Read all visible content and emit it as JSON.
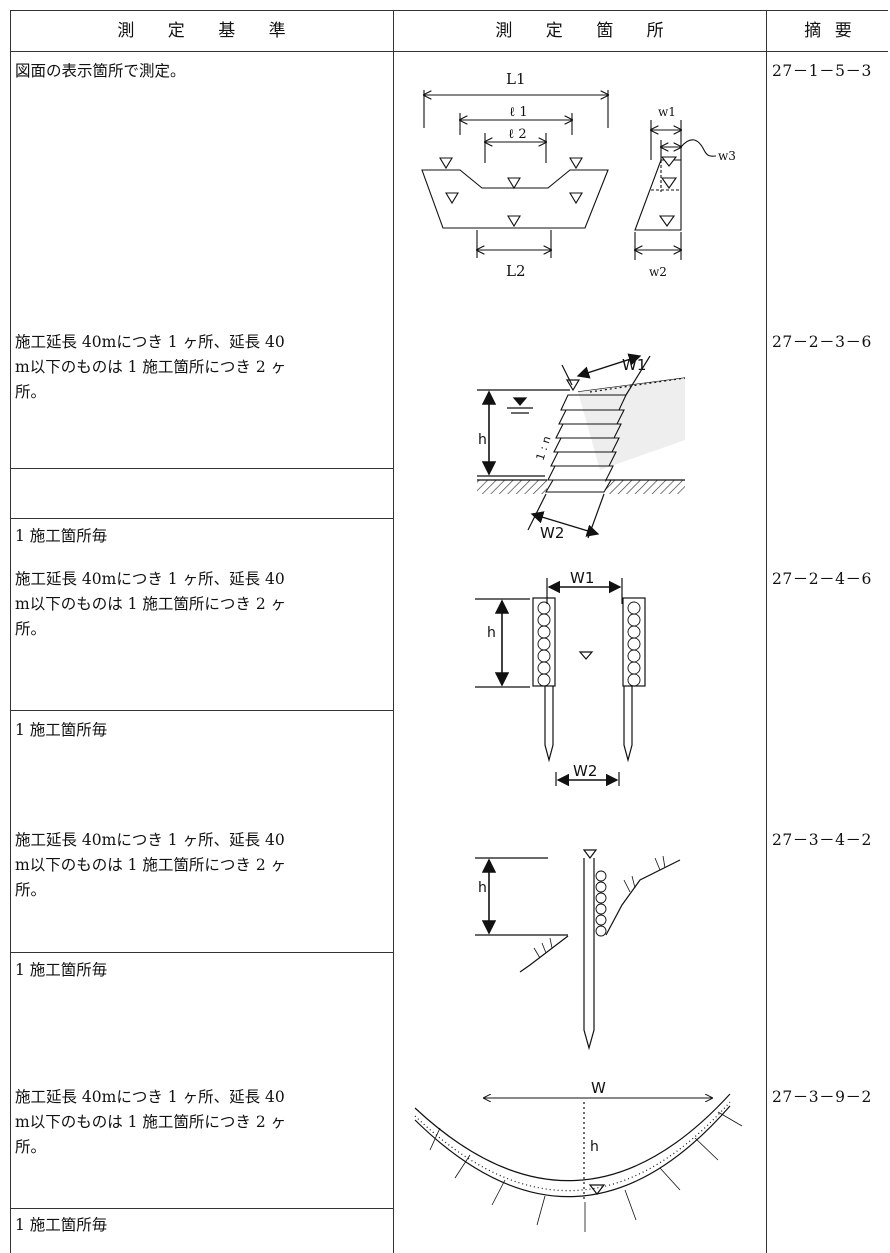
{
  "header": {
    "col1": "測 定 基 準",
    "col2": "測 定 箇 所",
    "col3": "摘 要"
  },
  "rows": [
    {
      "criteria": "図面の表示箇所で測定。",
      "sub": "",
      "ref": "27－1－5－3",
      "labels": [
        "L1",
        "ℓ 1",
        "ℓ 2",
        "L2",
        "w1",
        "w2",
        "w3"
      ]
    },
    {
      "criteria": "施工延長 40mにつき 1 ヶ所、延長 40\nm以下のものは 1 施工箇所につき 2 ヶ\n所。",
      "sub": "1 施工箇所毎",
      "ref": "27－2－3－6",
      "labels": [
        "W1",
        "h",
        "1 : n",
        "W2"
      ]
    },
    {
      "criteria": "施工延長 40mにつき 1 ヶ所、延長 40\nm以下のものは 1 施工箇所につき 2 ヶ\n所。",
      "sub": "1 施工箇所毎",
      "ref": "27－2－4－6",
      "labels": [
        "W1",
        "h",
        "W2"
      ]
    },
    {
      "criteria": "施工延長 40mにつき 1 ヶ所、延長 40\nm以下のものは 1 施工箇所につき 2 ヶ\n所。",
      "sub": "1 施工箇所毎",
      "ref": "27－3－4－2",
      "labels": [
        "h"
      ]
    },
    {
      "criteria": "施工延長 40mにつき 1 ヶ所、延長 40\nm以下のものは 1 施工箇所につき 2 ヶ\n所。",
      "sub": "1 施工箇所毎",
      "ref": "27－3－9－2",
      "labels": [
        "W",
        "h"
      ]
    }
  ]
}
